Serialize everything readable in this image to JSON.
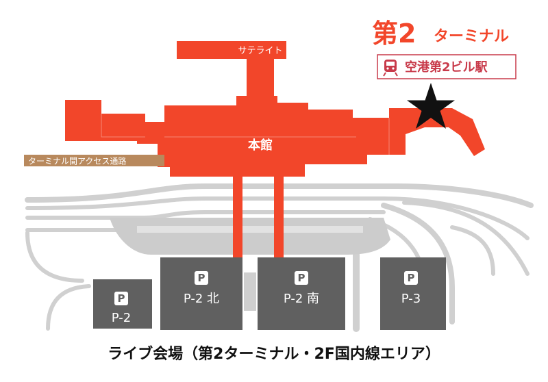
{
  "terminal": {
    "number": "第2",
    "suffix": "ターミナル",
    "station_label": "空港第2ビル駅",
    "train_icon": "train-icon"
  },
  "buildings": {
    "satellite": "サテライト",
    "main": "本館"
  },
  "walkway": "ターミナル間アクセス通路",
  "parking": {
    "symbol": "P",
    "lots": [
      "P-2",
      "P-2 北",
      "P-2 南",
      "P-3"
    ]
  },
  "venue_caption": "ライブ会場（第2ターミナル・2F国内線エリア）",
  "marker_icon": "star-icon",
  "colors": {
    "terminal": "#f2462a",
    "road": "#d0d0d0",
    "parking": "#606060",
    "walkway": "#b8895d",
    "marker": "#111111"
  }
}
